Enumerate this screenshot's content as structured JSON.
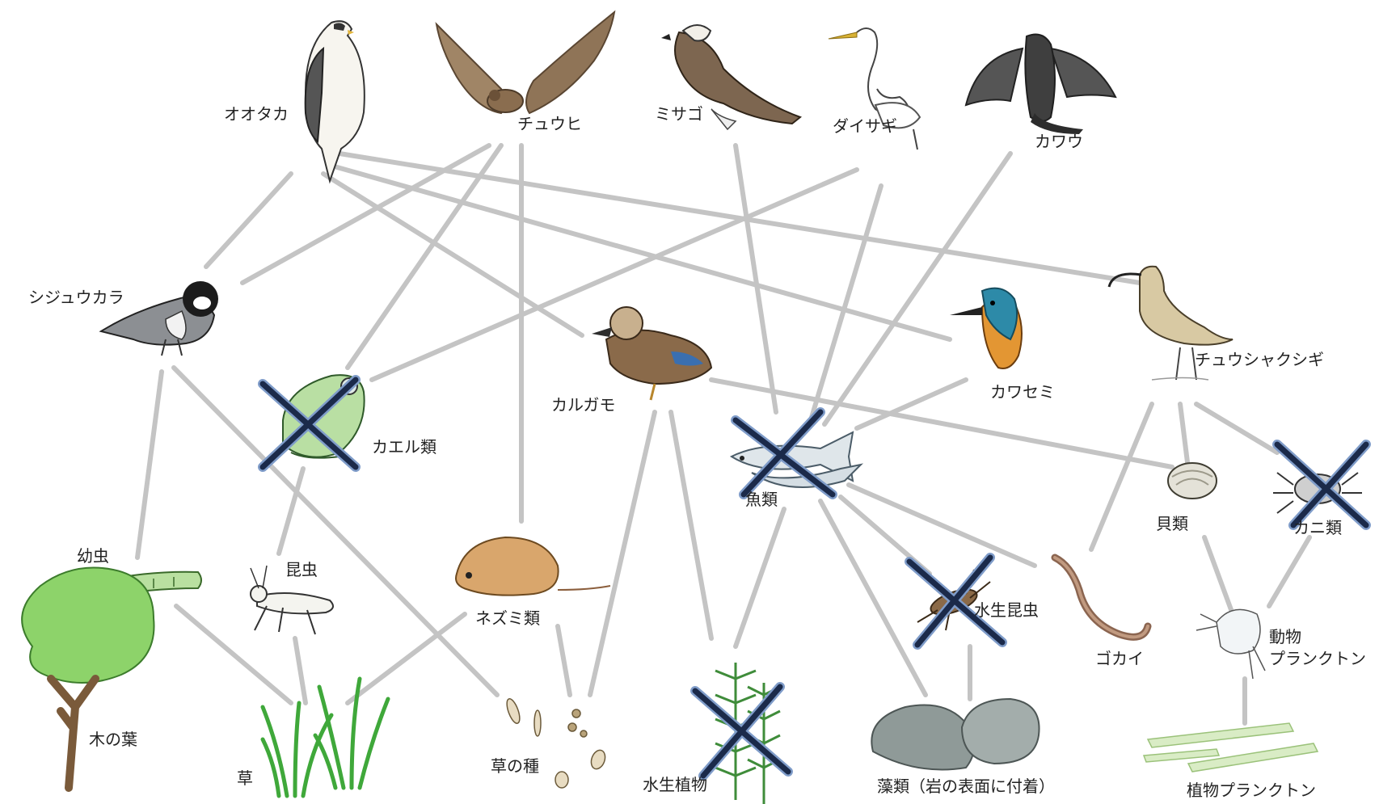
{
  "labels": {
    "ootaka": "オオタカ",
    "chuuhi": "チュウヒ",
    "misago": "ミサゴ",
    "daisagi": "ダイサギ",
    "kawau": "カワウ",
    "shijuukara": "シジュウカラ",
    "karugamo": "カルガモ",
    "kawasemi": "カワセミ",
    "chuushakushigi": "チュウシャクシギ",
    "kaeru": "カエル類",
    "gyorui": "魚類",
    "kairui": "貝類",
    "kanirui": "カニ類",
    "youchuu": "幼虫",
    "konchuu": "昆虫",
    "nezumi": "ネズミ類",
    "suiseikonchuu": "水生昆虫",
    "gokai": "ゴカイ",
    "doubutsu_line1": "動物",
    "doubutsu_line2": "プランクトン",
    "kinoha": "木の葉",
    "kusa": "草",
    "kusanotane": "草の種",
    "suiseishokubutsu": "水生植物",
    "sourui": "藻類（岩の表面に付着）",
    "shokubutsu_plankton": "植物プランクトン"
  },
  "colors": {
    "link": "#c4c4c4",
    "cross": "#1b2a4a",
    "cross_outline": "#7f9cc9",
    "label": "#222222"
  }
}
